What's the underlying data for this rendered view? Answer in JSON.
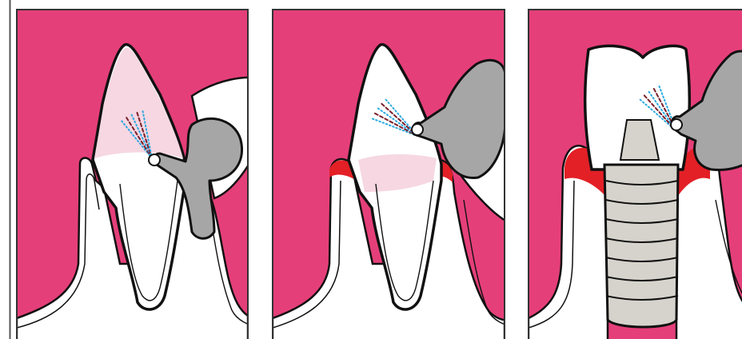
{
  "figure": {
    "panels": [
      {
        "id": "tooth-cleaning",
        "gum_inflammation": false,
        "implant": false
      },
      {
        "id": "root-cleaning",
        "gum_inflammation": true,
        "implant": false
      },
      {
        "id": "implant-cleaning",
        "gum_inflammation": true,
        "implant": true
      }
    ]
  },
  "colors": {
    "gum": "#E53F79",
    "plaque_tint": "#F6D7E2",
    "inflammation": "#E32026",
    "tool_metal": "#A6A6A6",
    "implant": "#D6D3CC",
    "spray_water": "#2BA9E0",
    "spray_powder": "#7A1F2B",
    "outline": "#111111",
    "frame_line": "#555555"
  }
}
